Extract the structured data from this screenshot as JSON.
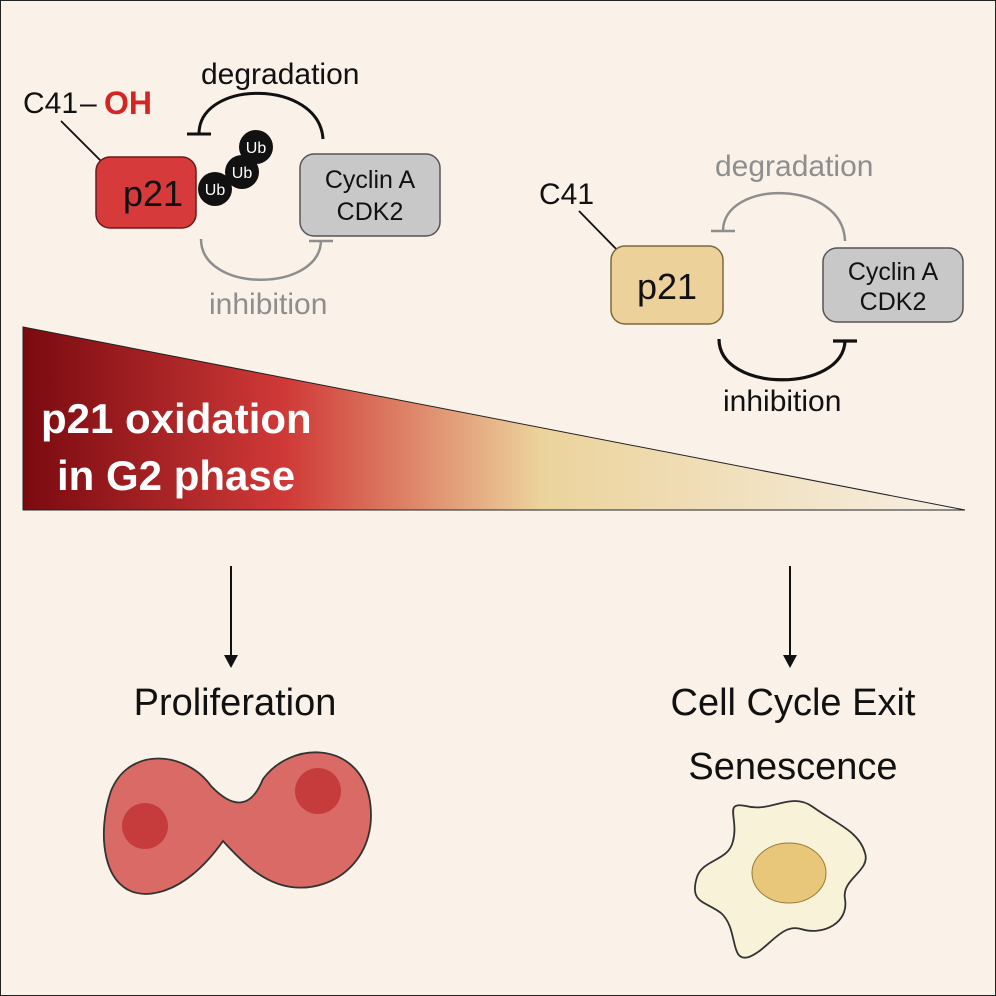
{
  "oxidized_state": {
    "residue": "C41",
    "dash": "–",
    "modification": "OH",
    "protein": "p21",
    "ubiquitin": [
      "Ub",
      "Ub",
      "Ub"
    ],
    "partner_line1": "Cyclin A",
    "partner_line2": "CDK2",
    "top_arrow_label": "degradation",
    "bottom_arrow_label": "inhibition"
  },
  "reduced_state": {
    "residue": "C41",
    "protein": "p21",
    "partner_line1": "Cyclin A",
    "partner_line2": "CDK2",
    "top_arrow_label": "degradation",
    "bottom_arrow_label": "inhibition"
  },
  "gradient": {
    "line1": "p21 oxidation",
    "line2": "in G2 phase"
  },
  "outcomes": {
    "left": "Proliferation",
    "right_line1": "Cell Cycle Exit",
    "right_line2": "Senescence"
  },
  "colors": {
    "background": "#faf1e8",
    "p21_oxidized": "#d63a3a",
    "p21_reduced": "#ecd19a",
    "cyclin_box": "#c8c8c8",
    "oh_text": "#d42424",
    "gradient_dark": "#7a0a10",
    "gradient_mid": "#e8d29a",
    "dividing_cell": "#d96a66",
    "senescent_cell": "#f8f2d8"
  }
}
